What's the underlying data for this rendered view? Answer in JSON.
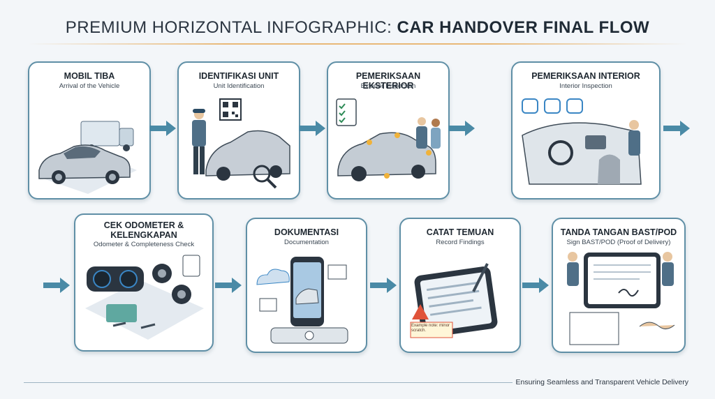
{
  "title": {
    "light": "PREMIUM HORIZONTAL INFOGRAPHIC:",
    "bold": "CAR HANDOVER FINAL FLOW"
  },
  "steps": [
    {
      "title": "MOBIL TIBA",
      "subtitle": "Arrival of the Vehicle"
    },
    {
      "title": "IDENTIFIKASI UNIT",
      "subtitle": "Unit Identification"
    },
    {
      "title": "PEMERIKSAAN EKSTERIOR",
      "subtitle": "Exterior Inspection"
    },
    {
      "title": "PEMERIKSAAN INTERIOR",
      "subtitle": "Interior Inspection"
    },
    {
      "title": "CEK ODOMETER & KELENGKAPAN",
      "subtitle": "Odometer & Completeness Check"
    },
    {
      "title": "DOKUMENTASI",
      "subtitle": "Documentation"
    },
    {
      "title": "CATAT TEMUAN",
      "subtitle": "Record Findings"
    },
    {
      "title": "TANDA TANGAN BAST/POD",
      "subtitle": "Sign BAST/POD (Proof of Delivery)"
    }
  ],
  "findings_note": "Example note: minor scratch.",
  "footer": "Ensuring Seamless and Transparent Vehicle Delivery",
  "colors": {
    "card_border": "#5f8fa6",
    "arrow": "#4a8aa6",
    "accent": "#e8b877",
    "warning": "#e0533a"
  }
}
